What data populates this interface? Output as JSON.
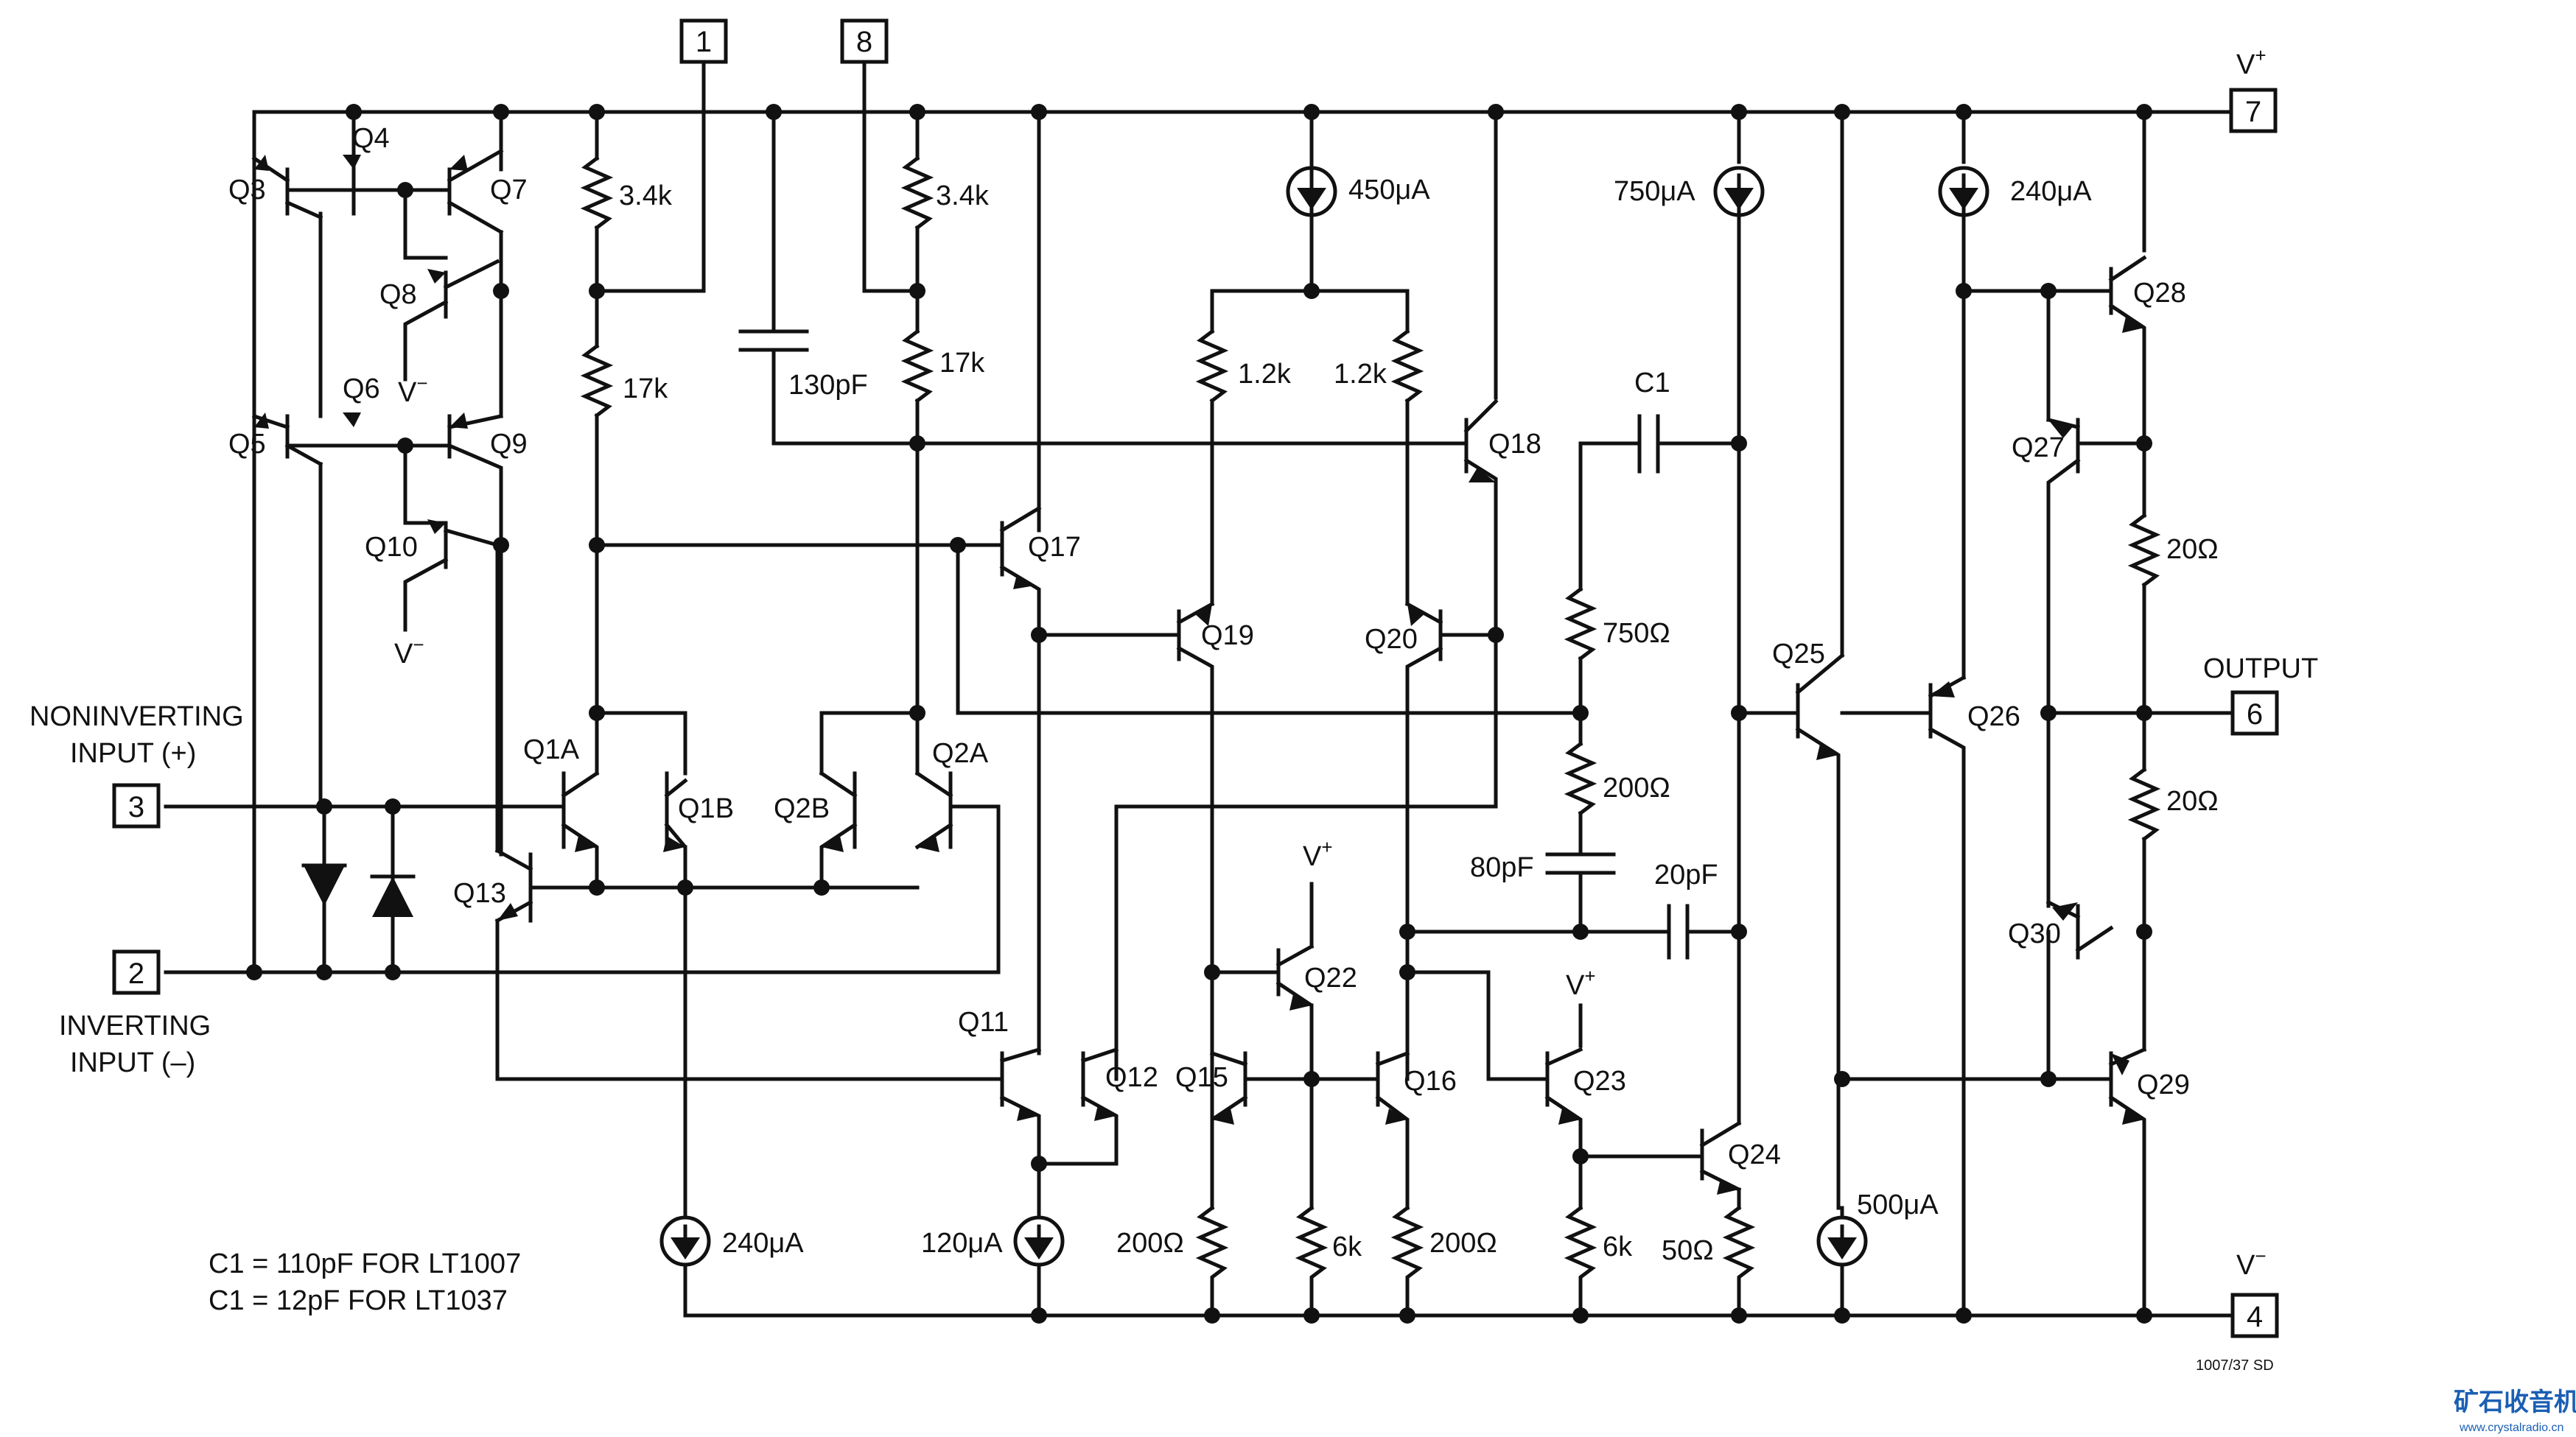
{
  "pins": {
    "p1": "1",
    "p8": "8",
    "p7": "7",
    "p6": "6",
    "p4": "4",
    "p3": "3",
    "p2": "2"
  },
  "rails": {
    "vplus": "V",
    "vminus": "V",
    "plus_sup": "+",
    "minus_sup": "−"
  },
  "io": {
    "noninv_1": "NONINVERTING",
    "noninv_2": "INPUT (+)",
    "inv_1": "INVERTING",
    "inv_2": "INPUT (–)",
    "output": "OUTPUT"
  },
  "transistors": {
    "q1a": "Q1A",
    "q1b": "Q1B",
    "q2a": "Q2A",
    "q2b": "Q2B",
    "q3": "Q3",
    "q4": "Q4",
    "q5": "Q5",
    "q6": "Q6",
    "q7": "Q7",
    "q8": "Q8",
    "q9": "Q9",
    "q10": "Q10",
    "q11": "Q11",
    "q12": "Q12",
    "q13": "Q13",
    "q15": "Q15",
    "q16": "Q16",
    "q17": "Q17",
    "q18": "Q18",
    "q19": "Q19",
    "q20": "Q20",
    "q22": "Q22",
    "q23": "Q23",
    "q24": "Q24",
    "q25": "Q25",
    "q26": "Q26",
    "q27": "Q27",
    "q28": "Q28",
    "q29": "Q29",
    "q30": "Q30"
  },
  "components": {
    "r_3k4_a": "3.4k",
    "r_3k4_b": "3.4k",
    "r_17k_a": "17k",
    "r_17k_b": "17k",
    "c_130pf": "130pF",
    "i_450ua": "450μA",
    "r_1k2_a": "1.2k",
    "r_1k2_b": "1.2k",
    "i_750ua": "750μA",
    "i_240ua_top": "240μA",
    "c1": "C1",
    "r_750": "750Ω",
    "r_200_mid": "200Ω",
    "c_80pf": "80pF",
    "c_20pf": "20pF",
    "r_20_top": "20Ω",
    "r_20_bot": "20Ω",
    "i_240ua_bot": "240μA",
    "i_120ua": "120μA",
    "i_500ua": "500μA",
    "r_200_q15": "200Ω",
    "r_6k_a": "6k",
    "r_200_q16": "200Ω",
    "r_6k_b": "6k",
    "r_50": "50Ω",
    "v_q8": "V",
    "v_q10": "V",
    "v_q22": "V",
    "v_q23": "V"
  },
  "notes": {
    "line1": "C1 = 110pF FOR LT1007",
    "line2": "C1 = 12pF FOR LT1037",
    "code": "1007/37 SD"
  },
  "watermark": {
    "cn": "矿石收音机",
    "url": "www.crystalradio.cn"
  },
  "colors": {
    "ink": "#111111",
    "watermark": "#1a5fb4"
  }
}
